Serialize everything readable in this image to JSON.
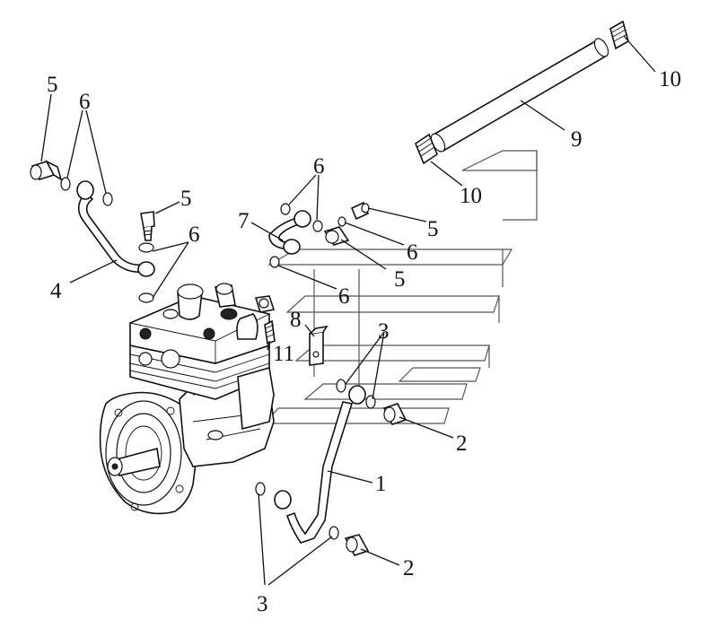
{
  "diagram": {
    "callouts": [
      {
        "id": "c1",
        "text": "1"
      },
      {
        "id": "c2a",
        "text": "2"
      },
      {
        "id": "c2b",
        "text": "2"
      },
      {
        "id": "c3a",
        "text": "3"
      },
      {
        "id": "c3b",
        "text": "3"
      },
      {
        "id": "c4",
        "text": "4"
      },
      {
        "id": "c5a",
        "text": "5"
      },
      {
        "id": "c5b",
        "text": "5"
      },
      {
        "id": "c5c",
        "text": "5"
      },
      {
        "id": "c5d",
        "text": "5"
      },
      {
        "id": "c6a",
        "text": "6"
      },
      {
        "id": "c6b",
        "text": "6"
      },
      {
        "id": "c6c",
        "text": "6"
      },
      {
        "id": "c6d",
        "text": "6"
      },
      {
        "id": "c6e",
        "text": "6"
      },
      {
        "id": "c7",
        "text": "7"
      },
      {
        "id": "c8",
        "text": "8"
      },
      {
        "id": "c9",
        "text": "9"
      },
      {
        "id": "c10a",
        "text": "10"
      },
      {
        "id": "c10b",
        "text": "10"
      },
      {
        "id": "c11",
        "text": "11"
      }
    ]
  }
}
